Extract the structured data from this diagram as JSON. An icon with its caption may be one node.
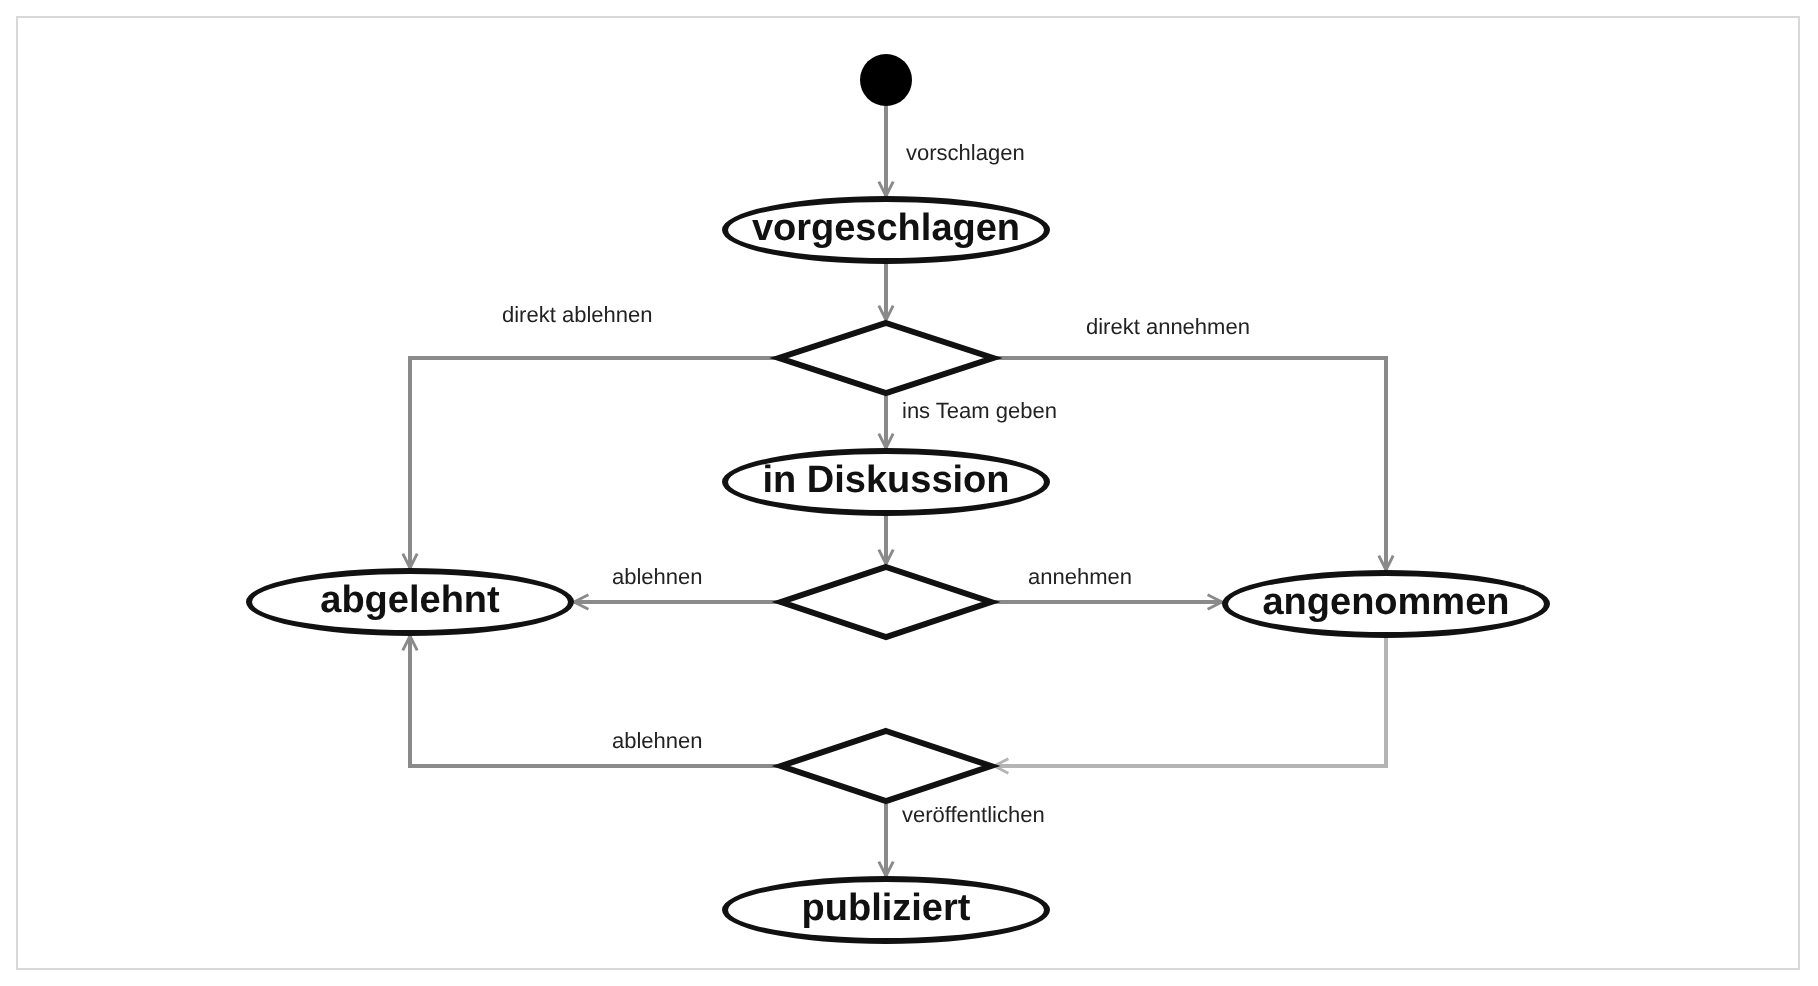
{
  "diagram": {
    "nodes": [
      {
        "text": [],
        "shape": "circle"
      },
      {
        "text": [
          "vorgeschlagen"
        ]
      },
      {
        "text": [],
        "shape": "diamond"
      },
      {
        "text": [
          "in Diskussion"
        ]
      },
      {
        "text": [],
        "shape": "diamond"
      },
      {
        "text": [
          "abgelehnt"
        ]
      },
      {
        "text": [
          "angenommen"
        ]
      },
      {
        "text": [],
        "shape": "diamond"
      },
      {
        "text": [
          "publiziert"
        ]
      }
    ],
    "edges": [
      {
        "from": 0,
        "to": 1,
        "arrow": "to",
        "label": "vorschlagen"
      },
      {
        "from": 1,
        "to": 2,
        "arrow": "to"
      },
      {
        "from": 2,
        "to": 5,
        "arrow": "to",
        "label": "direkt ablehnen"
      },
      {
        "from": 2,
        "to": 6,
        "arrow": "to",
        "label": "direkt annehmen"
      },
      {
        "from": 2,
        "to": 3,
        "arrow": "to",
        "label": "ins Team geben"
      },
      {
        "from": 3,
        "to": 4,
        "arrow": "to"
      },
      {
        "from": 4,
        "to": 5,
        "arrow": "to",
        "label": "ablehnen"
      },
      {
        "from": 4,
        "to": 6,
        "arrow": "to",
        "label": "annehmen"
      },
      {
        "from": 6,
        "to": 7,
        "arrow": "to",
        "color": "#b4b4b4"
      },
      {
        "from": 7,
        "to": 5,
        "arrow": "to",
        "label": "ablehnen"
      },
      {
        "from": 7,
        "to": 8,
        "arrow": "to",
        "label": "veröffentlichen"
      }
    ]
  }
}
